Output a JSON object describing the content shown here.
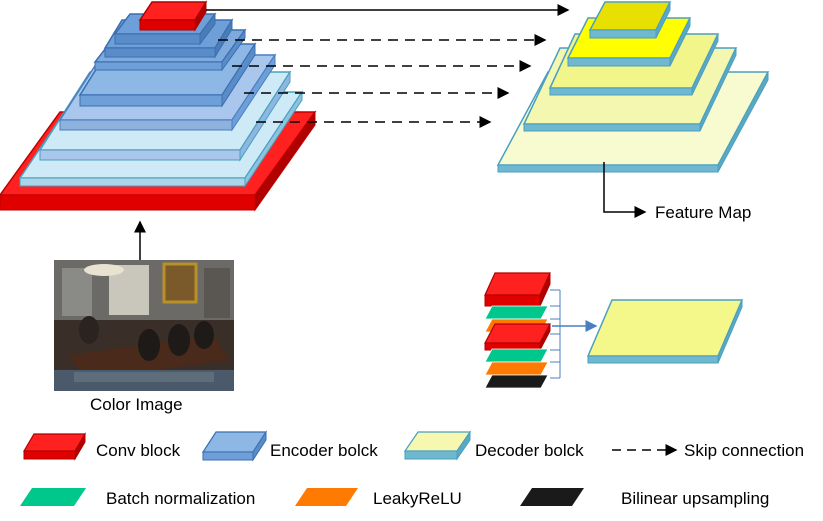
{
  "labels": {
    "feature_map": "Feature Map",
    "color_image": "Color Image"
  },
  "legend": {
    "conv_block": "Conv block",
    "encoder_block": "Encoder bolck",
    "decoder_block": "Decoder bolck",
    "skip_connection": "Skip connection",
    "batch_normalization": "Batch normalization",
    "leaky_relu": "LeakyReLU",
    "bilinear_upsampling": "Bilinear upsampling"
  },
  "colors": {
    "conv": "#ff0000",
    "encoder": "#6f9fd8",
    "encoder_light": "#a9c7ec",
    "encoder_pale": "#cfeaf7",
    "decoder": "#f6f8c0",
    "decoder_mid": "#f2f58a",
    "decoder_bright": "#ffff00",
    "decoder_top": "#e8e000",
    "batch_norm": "#00c88c",
    "leaky_relu": "#ff7a00",
    "bilinear": "#1a1a1a",
    "edge_blue": "#4a9fc0"
  }
}
